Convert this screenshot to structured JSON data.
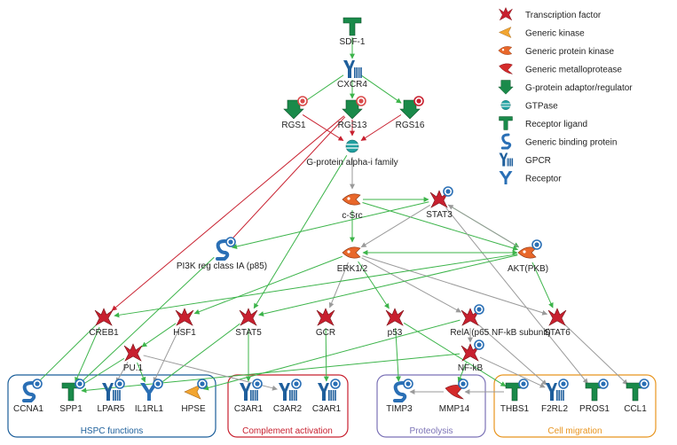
{
  "legend": [
    {
      "icon": "transcription-factor-icon",
      "label": "Transcription factor"
    },
    {
      "icon": "generic-kinase-icon",
      "label": "Generic kinase"
    },
    {
      "icon": "generic-protein-kinase-icon",
      "label": "Generic protein kinase"
    },
    {
      "icon": "generic-metalloprotease-icon",
      "label": "Generic metalloprotease"
    },
    {
      "icon": "g-protein-adaptor-icon",
      "label": "G-protein adaptor/regulator"
    },
    {
      "icon": "gtpase-icon",
      "label": "GTPase"
    },
    {
      "icon": "receptor-ligand-icon",
      "label": "Receptor ligand"
    },
    {
      "icon": "generic-binding-protein-icon",
      "label": "Generic binding protein"
    },
    {
      "icon": "gpcr-icon",
      "label": "GPCR"
    },
    {
      "icon": "receptor-icon",
      "label": "Receptor"
    }
  ],
  "nodes": [
    {
      "id": "SDF1",
      "label": "SDF-1",
      "type": "ligand"
    },
    {
      "id": "CXCR4",
      "label": "CXCR4",
      "type": "gpcr"
    },
    {
      "id": "RGS1",
      "label": "RGS1",
      "type": "adaptor"
    },
    {
      "id": "RGS13",
      "label": "RGS13",
      "type": "adaptor"
    },
    {
      "id": "RGS16",
      "label": "RGS16",
      "type": "adaptor"
    },
    {
      "id": "GPAI",
      "label": "G-protein alpha-i family",
      "type": "gtpase"
    },
    {
      "id": "CSRC",
      "label": "c-Src",
      "type": "kinase"
    },
    {
      "id": "STAT3",
      "label": "STAT3",
      "type": "tf"
    },
    {
      "id": "PI3K",
      "label": "PI3K reg class IA (p85)",
      "type": "binding"
    },
    {
      "id": "ERK",
      "label": "ERK1/2",
      "type": "kinase"
    },
    {
      "id": "AKT",
      "label": "AKT(PKB)",
      "type": "kinase"
    },
    {
      "id": "CREB1",
      "label": "CREB1",
      "type": "tf"
    },
    {
      "id": "HSF1",
      "label": "HSF1",
      "type": "tf"
    },
    {
      "id": "STAT5",
      "label": "STAT5",
      "type": "tf"
    },
    {
      "id": "GCR",
      "label": "GCR",
      "type": "tf"
    },
    {
      "id": "P53",
      "label": "p53",
      "type": "tf"
    },
    {
      "id": "RELA",
      "label": "RelA (p65 NF-kB subunit)",
      "type": "tf"
    },
    {
      "id": "STAT6",
      "label": "STAT6",
      "type": "tf"
    },
    {
      "id": "PU1",
      "label": "PU.1",
      "type": "tf"
    },
    {
      "id": "NFKB",
      "label": "NF-kB",
      "type": "tf"
    },
    {
      "id": "CCNA1",
      "label": "CCNA1",
      "type": "binding"
    },
    {
      "id": "SPP1",
      "label": "SPP1",
      "type": "ligand"
    },
    {
      "id": "LPAR5",
      "label": "LPAR5",
      "type": "gpcr"
    },
    {
      "id": "IL1RL1",
      "label": "IL1RL1",
      "type": "receptor"
    },
    {
      "id": "HPSE",
      "label": "HPSE",
      "type": "generic-kinase"
    },
    {
      "id": "C3AR1a",
      "label": "C3AR1",
      "type": "gpcr"
    },
    {
      "id": "C3AR2",
      "label": "C3AR2",
      "type": "gpcr"
    },
    {
      "id": "C3AR1b",
      "label": "C3AR1",
      "type": "gpcr"
    },
    {
      "id": "TIMP3",
      "label": "TIMP3",
      "type": "binding"
    },
    {
      "id": "MMP14",
      "label": "MMP14",
      "type": "protease"
    },
    {
      "id": "THBS1",
      "label": "THBS1",
      "type": "ligand"
    },
    {
      "id": "F2RL2",
      "label": "F2RL2",
      "type": "gpcr"
    },
    {
      "id": "PROS1",
      "label": "PROS1",
      "type": "ligand"
    },
    {
      "id": "CCL1",
      "label": "CCL1",
      "type": "ligand"
    }
  ],
  "edges": [
    {
      "from": "SDF1",
      "to": "CXCR4",
      "effect": "activation"
    },
    {
      "from": "CXCR4",
      "to": "RGS1",
      "effect": "activation"
    },
    {
      "from": "CXCR4",
      "to": "RGS13",
      "effect": "activation"
    },
    {
      "from": "CXCR4",
      "to": "RGS16",
      "effect": "activation"
    },
    {
      "from": "RGS1",
      "to": "GPAI",
      "effect": "inhibition"
    },
    {
      "from": "RGS13",
      "to": "GPAI",
      "effect": "inhibition"
    },
    {
      "from": "RGS16",
      "to": "GPAI",
      "effect": "inhibition"
    },
    {
      "from": "RGS13",
      "to": "PI3K",
      "effect": "inhibition"
    },
    {
      "from": "RGS13",
      "to": "CREB1",
      "effect": "inhibition"
    },
    {
      "from": "GPAI",
      "to": "CSRC",
      "effect": "unspecified"
    },
    {
      "from": "GPAI",
      "to": "STAT5",
      "effect": "activation"
    },
    {
      "from": "CSRC",
      "to": "STAT3",
      "effect": "activation"
    },
    {
      "from": "CSRC",
      "to": "ERK",
      "effect": "activation"
    },
    {
      "from": "CSRC",
      "to": "AKT",
      "effect": "activation"
    },
    {
      "from": "STAT3",
      "to": "AKT",
      "effect": "activation"
    },
    {
      "from": "STAT3",
      "to": "ERK",
      "effect": "unspecified"
    },
    {
      "from": "STAT3",
      "to": "PI3K",
      "effect": "activation"
    },
    {
      "from": "STAT3",
      "to": "PROS1",
      "effect": "unspecified"
    },
    {
      "from": "ERK",
      "to": "HSF1",
      "effect": "activation"
    },
    {
      "from": "ERK",
      "to": "GCR",
      "effect": "unspecified"
    },
    {
      "from": "ERK",
      "to": "P53",
      "effect": "activation"
    },
    {
      "from": "ERK",
      "to": "AKT",
      "effect": "activation"
    },
    {
      "from": "ERK",
      "to": "STAT6",
      "effect": "unspecified"
    },
    {
      "from": "ERK",
      "to": "RELA",
      "effect": "unspecified"
    },
    {
      "from": "AKT",
      "to": "STAT5",
      "effect": "activation"
    },
    {
      "from": "AKT",
      "to": "STAT6",
      "effect": "activation"
    },
    {
      "from": "AKT",
      "to": "ERK",
      "effect": "activation"
    },
    {
      "from": "AKT",
      "to": "STAT3",
      "effect": "unspecified"
    },
    {
      "from": "AKT",
      "to": "CREB1",
      "effect": "activation"
    },
    {
      "from": "PI3K",
      "to": "SPP1",
      "effect": "activation"
    },
    {
      "from": "CREB1",
      "to": "CCNA1",
      "effect": "activation"
    },
    {
      "from": "CREB1",
      "to": "SPP1",
      "effect": "activation"
    },
    {
      "from": "HSF1",
      "to": "PU1",
      "effect": "activation"
    },
    {
      "from": "HSF1",
      "to": "IL1RL1",
      "effect": "unspecified"
    },
    {
      "from": "STAT5",
      "to": "C3AR1a",
      "effect": "activation"
    },
    {
      "from": "STAT5",
      "to": "IL1RL1",
      "effect": "activation"
    },
    {
      "from": "GCR",
      "to": "C3AR1b",
      "effect": "activation"
    },
    {
      "from": "P53",
      "to": "TIMP3",
      "effect": "activation"
    },
    {
      "from": "P53",
      "to": "THBS1",
      "effect": "activation"
    },
    {
      "from": "RELA",
      "to": "NFKB",
      "effect": "unspecified"
    },
    {
      "from": "RELA",
      "to": "F2RL2",
      "effect": "unspecified"
    },
    {
      "from": "RELA",
      "to": "HPSE",
      "effect": "activation"
    },
    {
      "from": "NFKB",
      "to": "MMP14",
      "effect": "activation"
    },
    {
      "from": "NFKB",
      "to": "SPP1",
      "effect": "activation"
    },
    {
      "from": "NFKB",
      "to": "F2RL2",
      "effect": "unspecified"
    },
    {
      "from": "STAT6",
      "to": "CCL1",
      "effect": "unspecified"
    },
    {
      "from": "PU1",
      "to": "SPP1",
      "effect": "activation"
    },
    {
      "from": "PU1",
      "to": "LPAR5",
      "effect": "unspecified"
    },
    {
      "from": "PU1",
      "to": "IL1RL1",
      "effect": "activation"
    },
    {
      "from": "PU1",
      "to": "C3AR2",
      "effect": "unspecified"
    },
    {
      "from": "MMP14",
      "to": "TIMP3",
      "effect": "unspecified"
    },
    {
      "from": "THBS1",
      "to": "MMP14",
      "effect": "unspecified"
    }
  ],
  "groups": [
    {
      "id": "hspc",
      "label": "HSPC functions",
      "color": "#1b5e9a"
    },
    {
      "id": "complement",
      "label": "Complement activation",
      "color": "#c8202f"
    },
    {
      "id": "proteolysis",
      "label": "Proteolysis",
      "color": "#7b72b6"
    },
    {
      "id": "migration",
      "label": "Cell migration",
      "color": "#e8951f"
    }
  ],
  "colors": {
    "activation": "#3cb44a",
    "inhibition": "#c8202f",
    "unspecified": "#9a9a9a",
    "tf": "#c8202f",
    "kinase": "#e8672a",
    "generic_kinase": "#f2a530",
    "ligand": "#1a8a4a",
    "adaptor": "#1a8a4a",
    "gtpase": "#20a0a0",
    "binding": "#2a6fb5",
    "gpcr": "#1f5f9c",
    "receptor": "#2a6fb5",
    "protease": "#d42a2a"
  }
}
